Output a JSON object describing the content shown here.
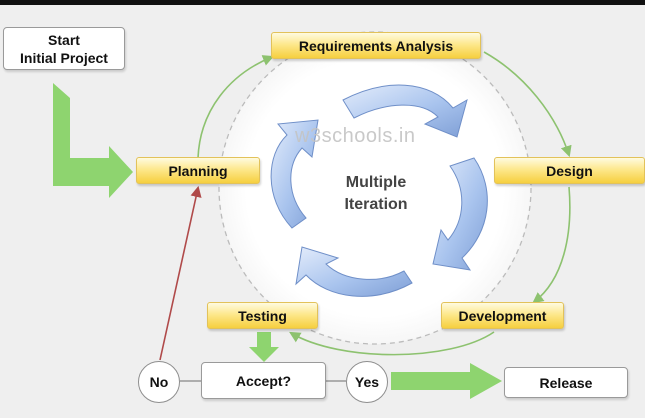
{
  "start_box": {
    "line1": "Start",
    "line2": "Initial Project"
  },
  "stages": {
    "requirements": "Requirements Analysis",
    "planning": "Planning",
    "design": "Design",
    "development": "Development",
    "testing": "Testing"
  },
  "center": {
    "line1": "Multiple",
    "line2": "Iteration"
  },
  "watermark": "w3schools.in",
  "decision": {
    "question": "Accept?",
    "no": "No",
    "yes": "Yes"
  },
  "release": "Release",
  "colors": {
    "cycle_arrow": "#8dc26f",
    "feedback_arrow": "#b04a4a",
    "flow_arrow": "#8ed46f",
    "stage_fill": "#fde88d",
    "iteration_arrow": "#a3c1ee"
  }
}
